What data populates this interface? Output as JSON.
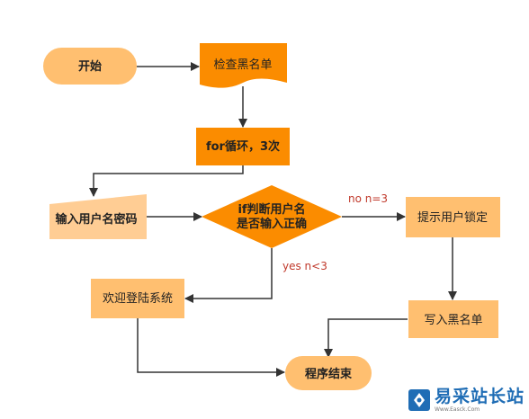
{
  "nodes": {
    "start": "开始",
    "check_blacklist": "检查黑名单",
    "for_loop": "for循环，3次",
    "input_credentials": "输入用户名密码",
    "if_line1": "if判断用户名",
    "if_line2": "是否输入正确",
    "prompt_locked": "提示用户锁定",
    "welcome": "欢迎登陆系统",
    "write_blacklist": "写入黑名单",
    "end": "程序结束"
  },
  "edges": {
    "no_label": "no n=3",
    "yes_label": "yes n<3"
  },
  "watermark": {
    "title": "易采站长站",
    "subtitle": "Www.Easck.Com"
  },
  "colors": {
    "deep_orange": "#fb8c00",
    "light_orange": "#ffbf70",
    "pale_orange": "#ffcd94",
    "edge": "#333333",
    "edge_label": "#c0392b"
  }
}
